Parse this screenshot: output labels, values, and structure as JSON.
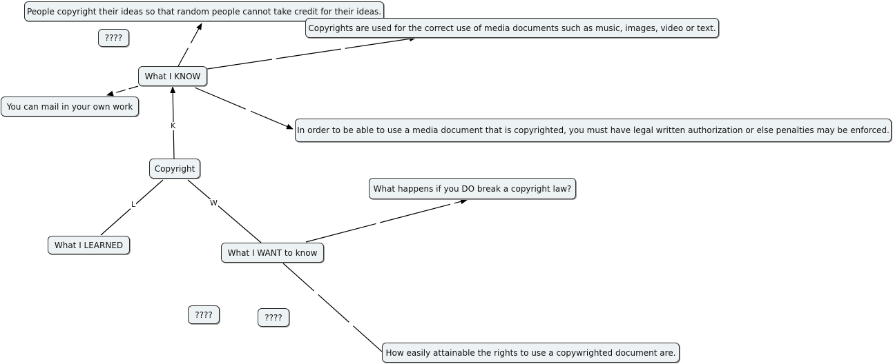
{
  "nodes": {
    "copyright": "Copyright",
    "know": "What I KNOW",
    "want": "What I WANT to know",
    "learned": "What I LEARNED",
    "know_people": "People copyright their ideas so that random people cannot take credit for their ideas.",
    "know_media": "Copyrights are used for the correct use of media documents such as music, images, video or text.",
    "know_mail": "You can mail in your own work",
    "know_authorization": "In order to be able to use a media document that is copyrighted, you must have legal written authorization or else penalties may be enforced.",
    "want_break": "What happens if you DO break a copyright law?",
    "want_attainable": "How easily attainable the rights to use a copywrighted document are.",
    "placeholder_1": "????",
    "placeholder_2": "????",
    "placeholder_3": "????"
  },
  "links": {
    "k": "K",
    "l": "L",
    "w": "W"
  }
}
